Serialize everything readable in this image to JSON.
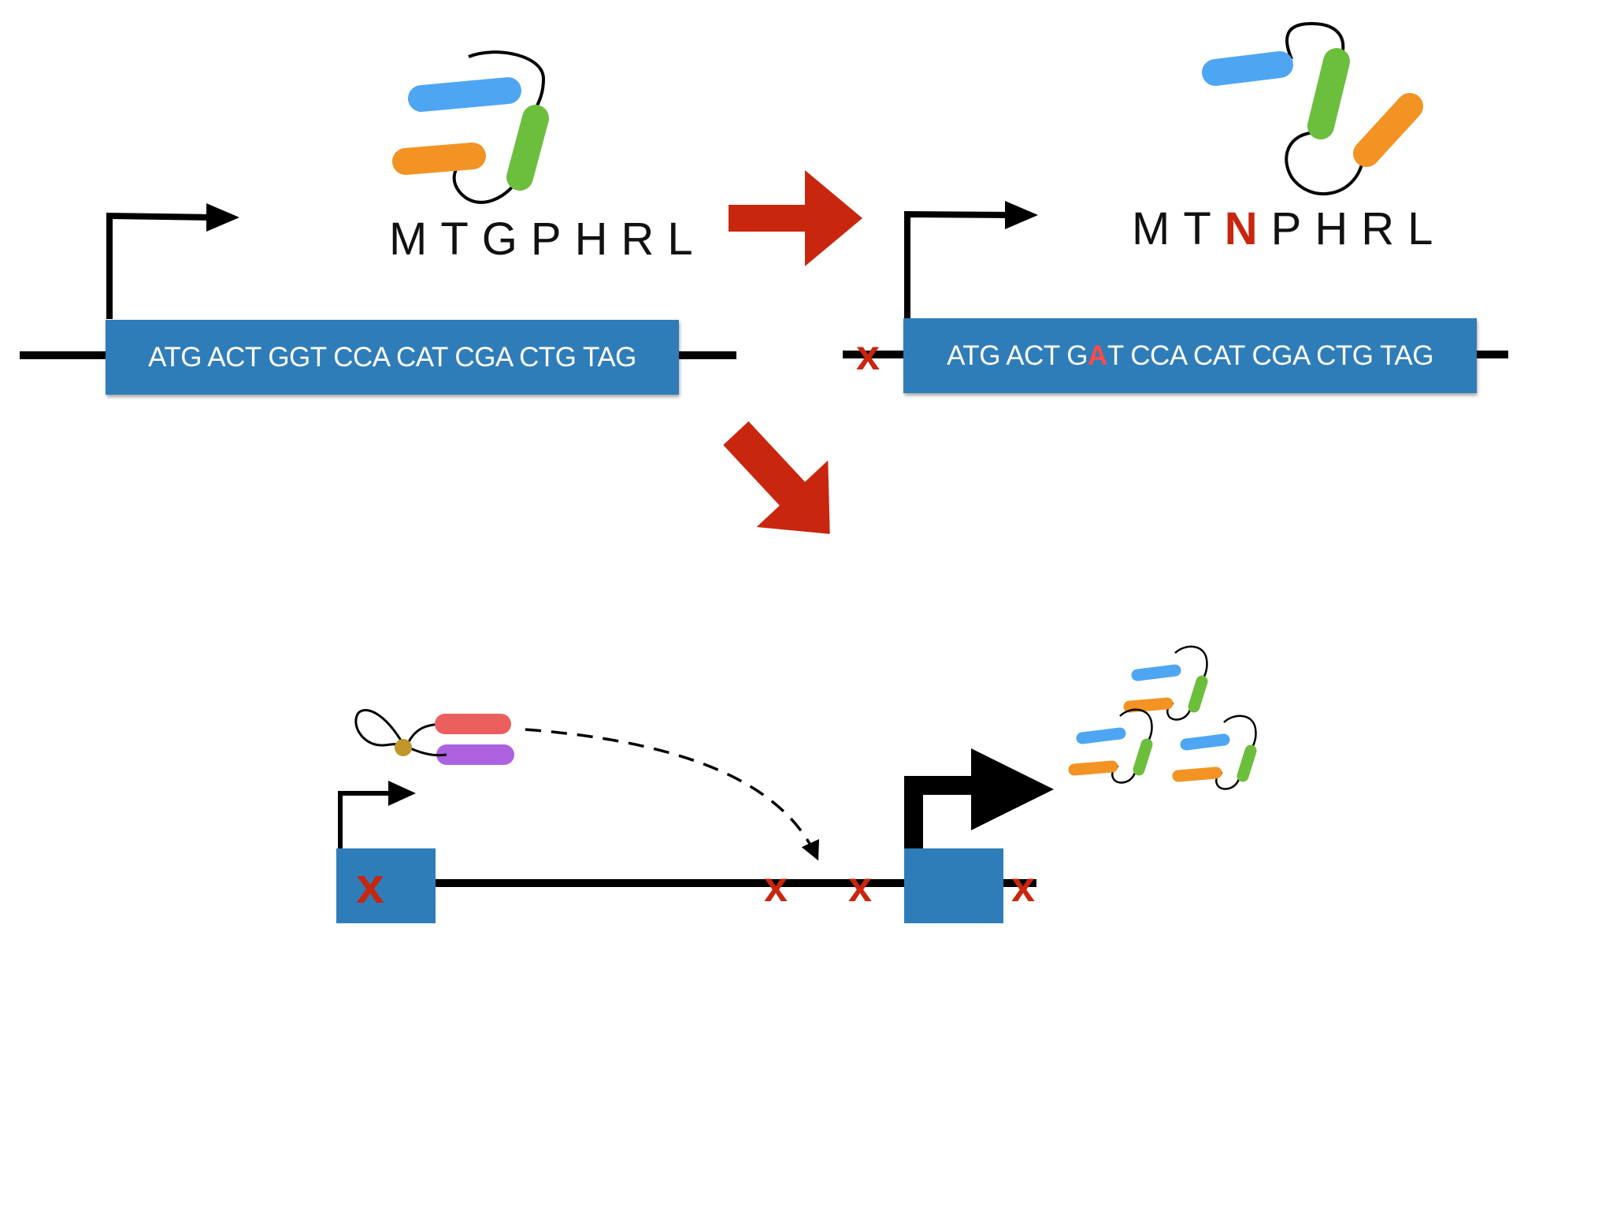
{
  "colors": {
    "gene_box": "#2f7db8",
    "mutation_red": "#c8260e",
    "helix_blue": "#4ea6f2",
    "helix_green": "#6cbe3d",
    "helix_orange": "#f39323",
    "tf_red": "#ec5f5f",
    "tf_purple": "#ad63e0",
    "tf_ligand": "#c1962a",
    "strand": "#000000"
  },
  "panel_wildtype": {
    "protein": [
      "M",
      "T",
      "G",
      "P",
      "H",
      "R",
      "L"
    ],
    "dna": "ATG ACT GGT CCA CAT CGA CTG TAG"
  },
  "panel_mutant": {
    "protein_before": [
      "M",
      "T"
    ],
    "protein_changed": "N",
    "protein_after": [
      "P",
      "H",
      "R",
      "L"
    ],
    "dna_before": "ATG ACT G",
    "dna_changed": "A",
    "dna_after": "T CCA CAT CGA CTG TAG",
    "mark": "x"
  },
  "panel_regulatory": {
    "mark": "x"
  },
  "icons": [
    "promoter-arrow-icon",
    "transition-arrow-icon",
    "mutation-x-icon",
    "protein-icon",
    "transcription-factor-icon"
  ]
}
